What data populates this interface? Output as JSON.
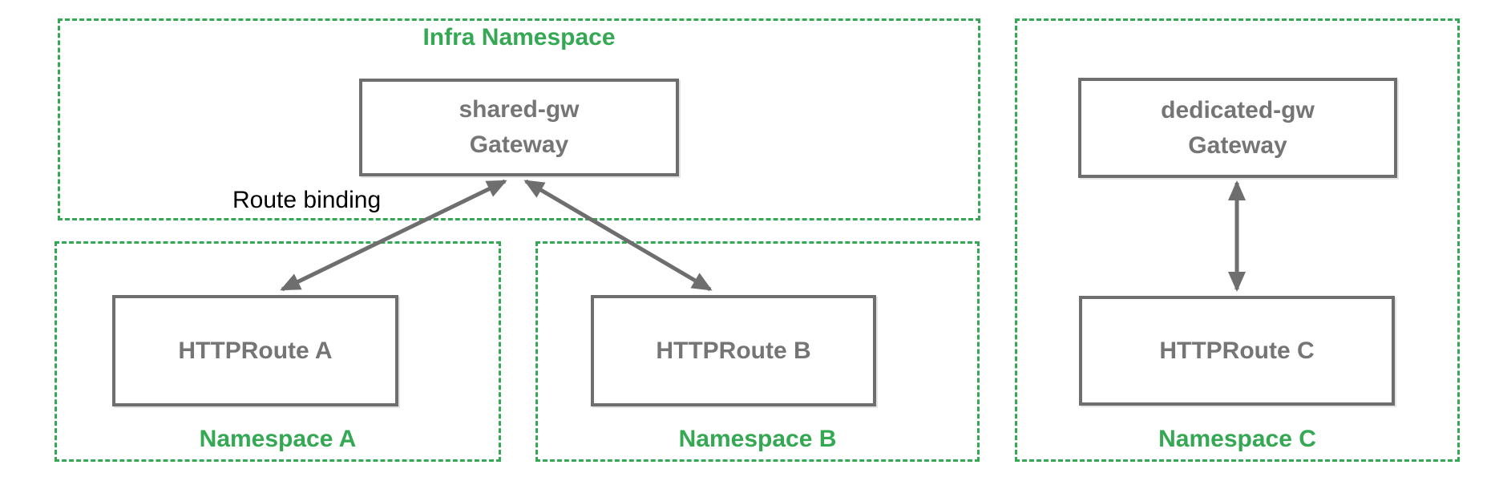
{
  "colors": {
    "namespace_green": "#34a853",
    "node_border_gray": "#6e6e6e",
    "node_text_gray": "#757575",
    "annotation_black": "#000000",
    "background": "#ffffff"
  },
  "namespaces": {
    "infra": {
      "label": "Infra Namespace"
    },
    "a": {
      "label": "Namespace A"
    },
    "b": {
      "label": "Namespace B"
    },
    "c": {
      "label": "Namespace C"
    }
  },
  "nodes": {
    "shared_gw": {
      "name": "shared-gw",
      "kind": "Gateway"
    },
    "dedicated_gw": {
      "name": "dedicated-gw",
      "kind": "Gateway"
    },
    "route_a": {
      "label": "HTTPRoute A"
    },
    "route_b": {
      "label": "HTTPRoute B"
    },
    "route_c": {
      "label": "HTTPRoute C"
    }
  },
  "annotations": {
    "route_binding": "Route binding"
  }
}
